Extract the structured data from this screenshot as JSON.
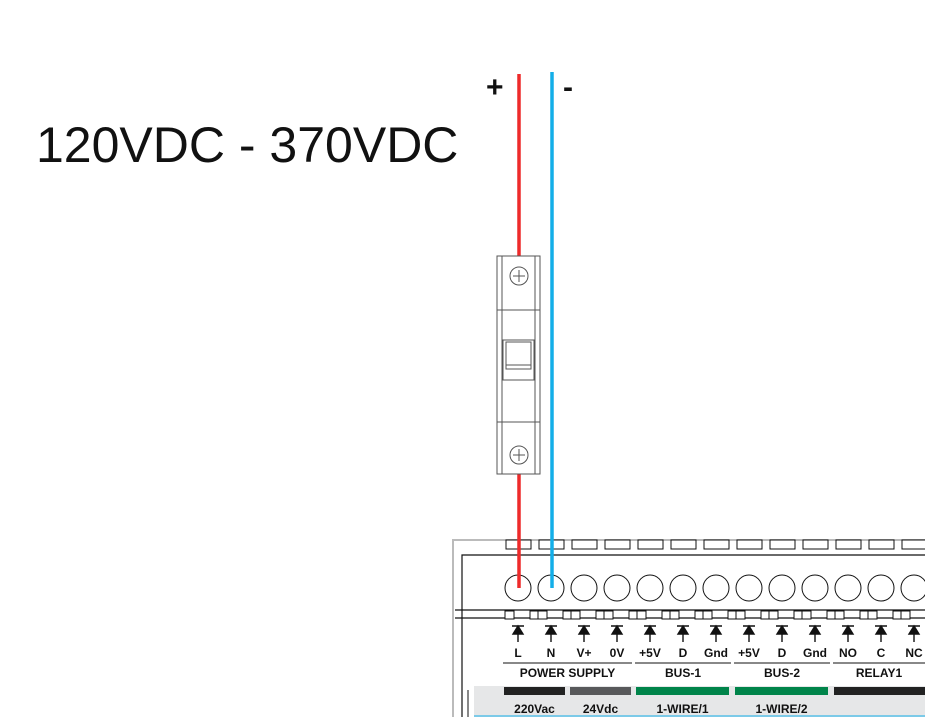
{
  "voltage_label": "120VDC - 370VDC",
  "positive_sign": "+",
  "negative_sign": "-",
  "colors": {
    "positive_wire": "#ee2a2a",
    "negative_wire": "#13aee8",
    "green_strip": "#00844a",
    "black_strip": "#222222",
    "gray_strip": "#58595b"
  },
  "terminals": [
    "L",
    "N",
    "V+",
    "0V",
    "+5V",
    "D",
    "Gnd",
    "+5V",
    "D",
    "Gnd",
    "NO",
    "C",
    "NC"
  ],
  "groups": [
    {
      "label": "POWER SUPPLY",
      "from": 0,
      "to": 3
    },
    {
      "label": "BUS-1",
      "from": 4,
      "to": 6
    },
    {
      "label": "BUS-2",
      "from": 7,
      "to": 9
    },
    {
      "label": "RELAY1",
      "from": 10,
      "to": 12
    }
  ],
  "bottom_labels": [
    {
      "label": "220Vac",
      "color": "#222222"
    },
    {
      "label": "24Vdc",
      "color": "#58595b"
    },
    {
      "label": "1-WIRE/1",
      "color": "#00844a"
    },
    {
      "label": "1-WIRE/2",
      "color": "#00844a"
    },
    {
      "label": "",
      "color": "#222222"
    }
  ]
}
